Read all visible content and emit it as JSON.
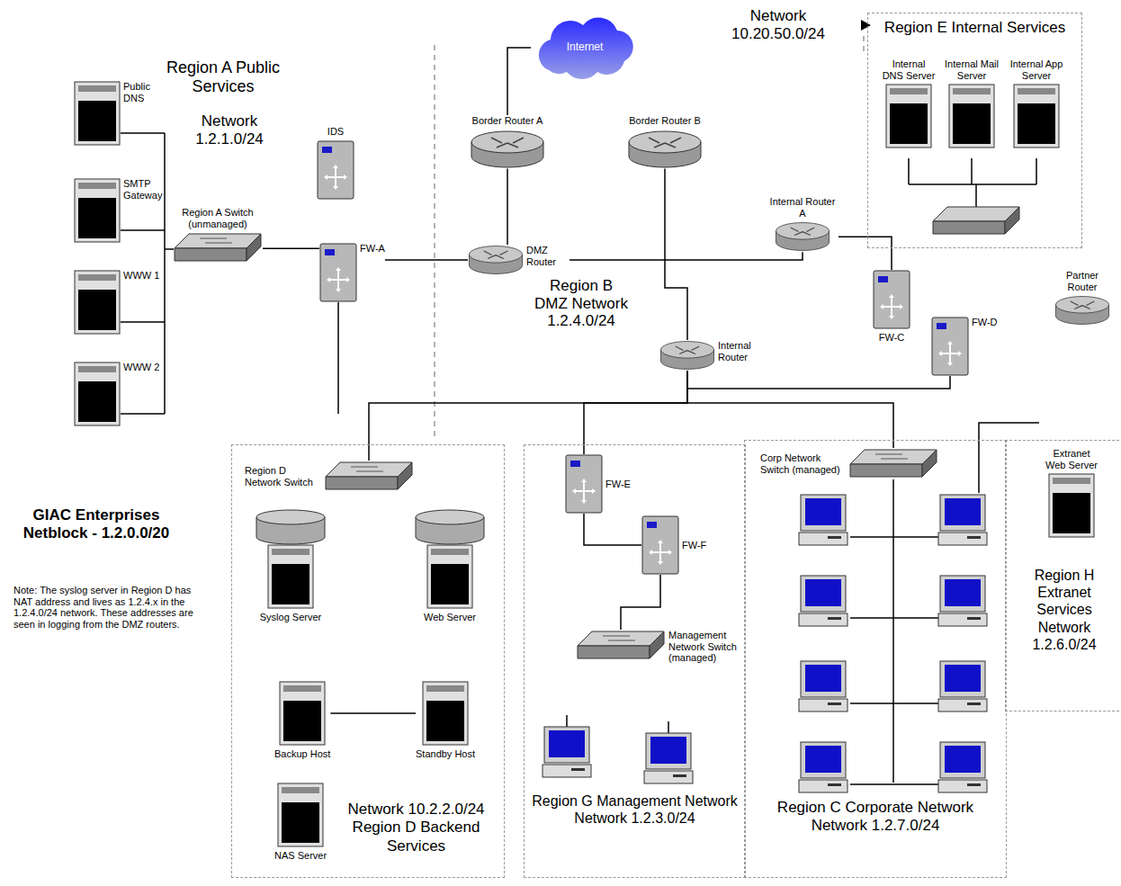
{
  "diagram": {
    "nodes": [
      {
        "text": [
          "Internet"
        ]
      },
      {
        "text": [
          "Border Router A"
        ]
      },
      {
        "text": [
          "Border Router B"
        ]
      },
      {
        "text": [
          "DMZ Router"
        ]
      },
      {
        "text": [
          "Internal Router A"
        ]
      },
      {
        "text": [
          "Internal Router"
        ]
      },
      {
        "text": [
          "IDS"
        ]
      },
      {
        "text": [
          "FW-A"
        ]
      },
      {
        "text": [
          "Region A Switch (unmanaged)"
        ]
      },
      {
        "text": [
          "Public DNS"
        ]
      },
      {
        "text": [
          "SMTP Gateway"
        ]
      },
      {
        "text": [
          "WWW 1"
        ]
      },
      {
        "text": [
          "WWW 2"
        ]
      },
      {
        "text": [
          "Region E Internal Services"
        ]
      },
      {
        "text": [
          "Internal DNS Server"
        ],
        "in": 13
      },
      {
        "text": [
          "Internal Mail Server"
        ],
        "in": 13
      },
      {
        "text": [
          "Internal App Server"
        ],
        "in": 13
      },
      {
        "text": [
          "FW-C"
        ]
      },
      {
        "text": [
          "FW-D"
        ]
      },
      {
        "text": [
          "Partner Router"
        ]
      },
      {
        "text": [
          "Network 10.2.2.0/24 Region D Backend Services"
        ]
      },
      {
        "text": [
          "Region D Network Switch"
        ],
        "in": 20
      },
      {
        "text": [
          "Syslog Server"
        ],
        "in": 20
      },
      {
        "text": [
          "Web Server"
        ],
        "in": 20
      },
      {
        "text": [
          "Backup Host"
        ],
        "in": 20
      },
      {
        "text": [
          "Standby Host"
        ],
        "in": 20
      },
      {
        "text": [
          "NAS Server"
        ],
        "in": 20
      },
      {
        "text": [
          "Region G Management Network Network 1.2.3.0/24"
        ]
      },
      {
        "text": [
          "FW-E"
        ],
        "in": 27
      },
      {
        "text": [
          "FW-F"
        ],
        "in": 27
      },
      {
        "text": [
          "Management Network Switch (managed)"
        ],
        "in": 27
      },
      {
        "text": [
          "Region C Corporate Network Network 1.2.7.0/24"
        ]
      },
      {
        "text": [
          "Corp Network Switch (managed)"
        ],
        "in": 31
      },
      {
        "text": [
          "Region H Extranet Services Network 1.2.6.0/24"
        ]
      },
      {
        "text": [
          "Extranet Web Server"
        ],
        "in": 33
      }
    ],
    "edges": [
      {
        "from": 0,
        "to": 1,
        "arrow": "none"
      },
      {
        "from": 1,
        "to": 3,
        "arrow": "none"
      },
      {
        "from": 2,
        "to": 5,
        "arrow": "none"
      },
      {
        "from": 3,
        "to": 7,
        "arrow": "none"
      },
      {
        "from": 3,
        "to": 4,
        "arrow": "none"
      },
      {
        "from": 8,
        "to": 7,
        "arrow": "none"
      },
      {
        "from": 4,
        "to": 17,
        "arrow": "none"
      },
      {
        "from": 5,
        "to": 21,
        "arrow": "none"
      },
      {
        "from": 5,
        "to": 28,
        "arrow": "none"
      },
      {
        "from": 5,
        "to": 18,
        "arrow": "none"
      },
      {
        "from": 5,
        "to": 32,
        "arrow": "none"
      },
      {
        "from": 28,
        "to": 29,
        "arrow": "none"
      },
      {
        "from": 29,
        "to": 30,
        "arrow": "none"
      },
      {
        "from": 24,
        "to": 25,
        "arrow": "none"
      }
    ],
    "labels": [
      "GIAC Enterprises Netblock - 1.2.0.0/20",
      "Note: The syslog server in Region D has NAT address and lives as 1.2.4.x in the 1.2.4.0/24 network. These addresses are seen in logging from the DMZ routers.",
      "Region A Public Services",
      "Network 1.2.1.0/24",
      "Region B DMZ Network 1.2.4.0/24",
      "Network 10.20.50.0/24"
    ]
  }
}
